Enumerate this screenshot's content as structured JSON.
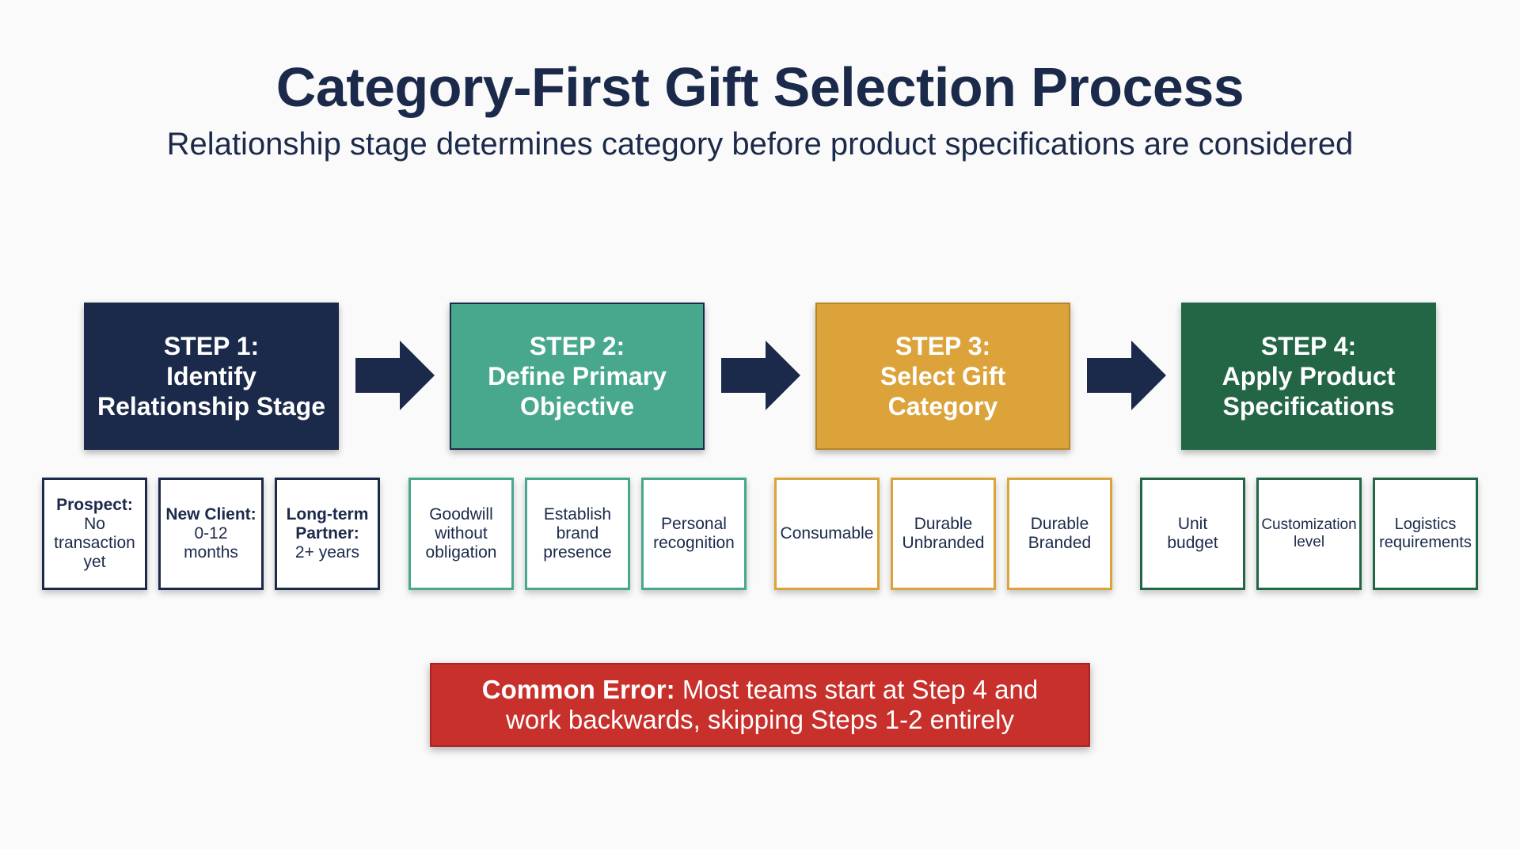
{
  "title": "Category-First Gift Selection Process",
  "subtitle": "Relationship stage determines category before product specifications are considered",
  "colors": {
    "navy": "#1b2a4a",
    "teal": "#48a88e",
    "gold": "#dba33a",
    "green": "#236646",
    "red": "#c8302c"
  },
  "steps": [
    {
      "line1": "STEP 1:",
      "line2": "Identify",
      "line3": "Relationship Stage",
      "options": [
        {
          "bold": "Prospect:",
          "lines": [
            "No",
            "transaction",
            "yet"
          ]
        },
        {
          "bold": "New Client:",
          "lines": [
            "0-12",
            "months"
          ]
        },
        {
          "bold": "Long-term Partner:",
          "lines": [
            "2+ years"
          ]
        }
      ]
    },
    {
      "line1": "STEP 2:",
      "line2": "Define Primary",
      "line3": "Objective",
      "options": [
        {
          "lines": [
            "Goodwill",
            "without",
            "obligation"
          ]
        },
        {
          "lines": [
            "Establish",
            "brand",
            "presence"
          ]
        },
        {
          "lines": [
            "Personal",
            "recognition"
          ]
        }
      ]
    },
    {
      "line1": "STEP 3:",
      "line2": "Select Gift",
      "line3": "Category",
      "options": [
        {
          "lines": [
            "Consumable"
          ]
        },
        {
          "lines": [
            "Durable",
            "Unbranded"
          ]
        },
        {
          "lines": [
            "Durable",
            "Branded"
          ]
        }
      ]
    },
    {
      "line1": "STEP 4:",
      "line2": "Apply Product",
      "line3": "Specifications",
      "options": [
        {
          "lines": [
            "Unit",
            "budget"
          ]
        },
        {
          "lines": [
            "Customization",
            "level"
          ]
        },
        {
          "lines": [
            "Logistics",
            "requirements"
          ]
        }
      ]
    }
  ],
  "error": {
    "bold": "Common Error:",
    "line1": "Most teams start at Step 4 and",
    "line2": "work backwards, skipping Steps 1-2 entirely"
  }
}
